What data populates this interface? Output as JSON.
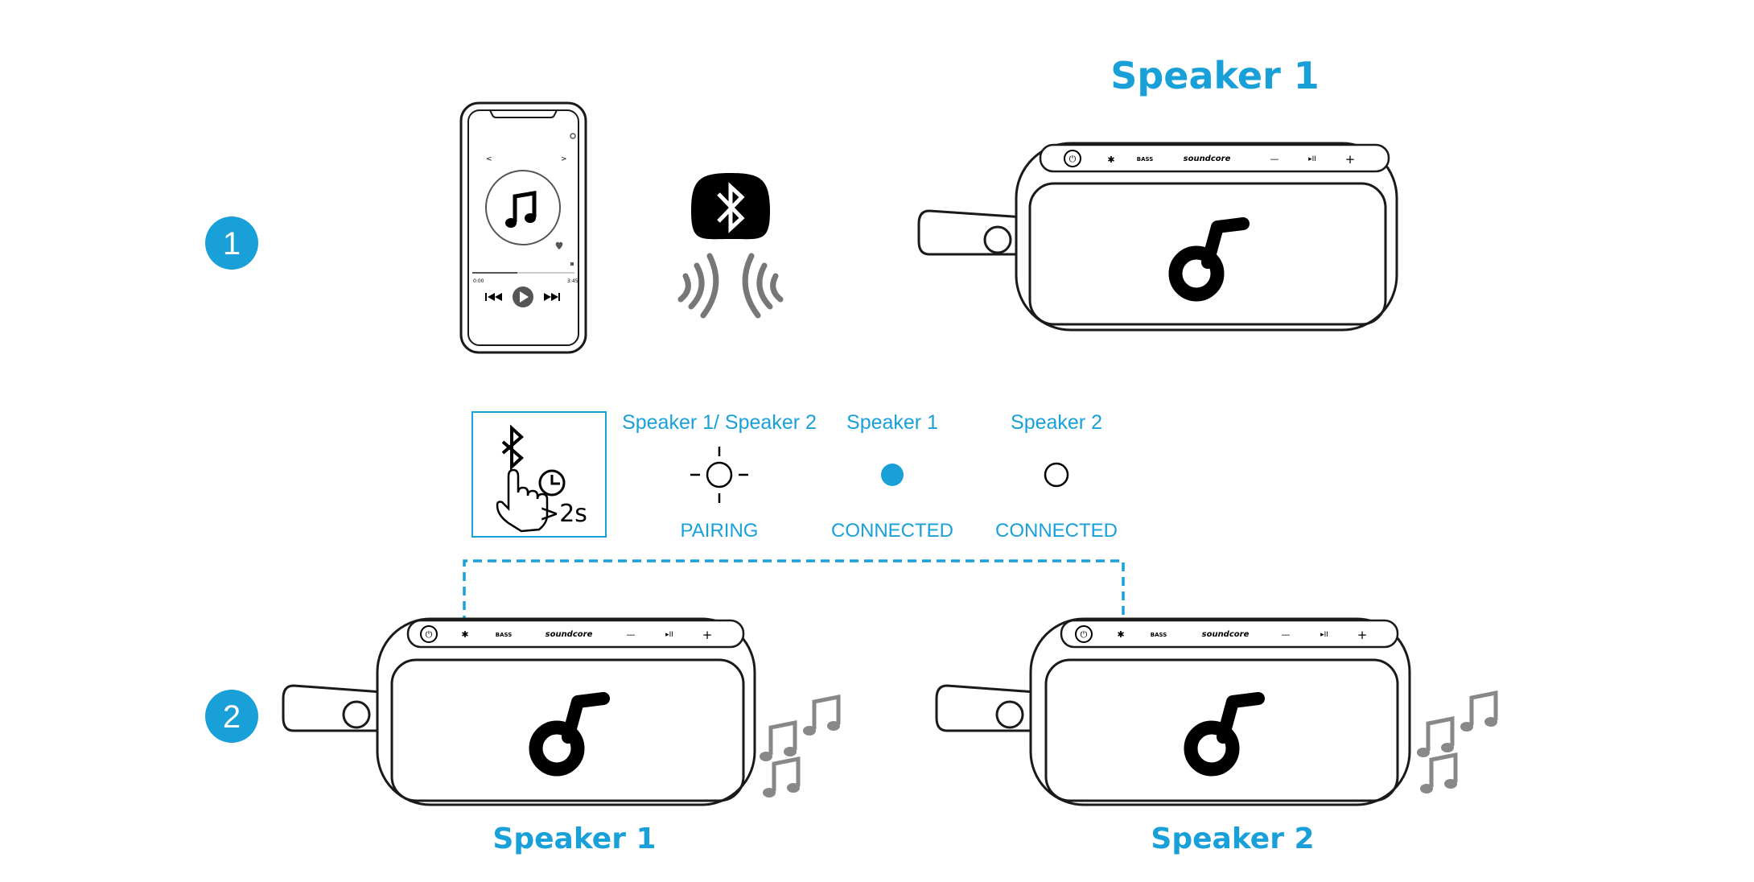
{
  "steps": {
    "step1": "1",
    "step2": "2"
  },
  "top": {
    "speaker_title": "Speaker 1"
  },
  "phone": {
    "prev_glyph": "<",
    "next_glyph": ">",
    "time_elapsed": "0:00",
    "time_total": "3:45"
  },
  "legend": {
    "hold_duration": ">2s",
    "items": [
      {
        "header": "Speaker 1/ Speaker 2",
        "status": "PAIRING"
      },
      {
        "header": "Speaker 1",
        "status": "CONNECTED"
      },
      {
        "header": "Speaker 2",
        "status": "CONNECTED"
      }
    ]
  },
  "speaker_buttons": {
    "power": "⏻",
    "bluetooth": "✱",
    "bass": "BASS",
    "brand": "soundcore",
    "minus": "—",
    "play": "▸II",
    "plus": "+"
  },
  "bottom": {
    "speaker1_label": "Speaker 1",
    "speaker2_label": "Speaker 2"
  },
  "colors": {
    "accent": "#1aa0d8",
    "line": "#1a1a1a",
    "wave": "#777777"
  }
}
